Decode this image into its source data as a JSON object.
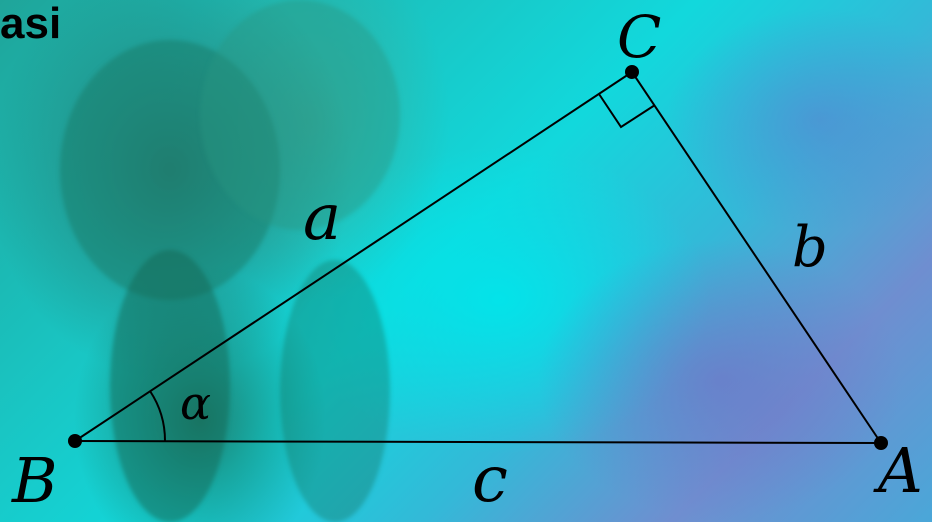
{
  "slide": {
    "title": "asi"
  },
  "diagram": {
    "type": "right-triangle",
    "right_angle_at": "C",
    "vertices": {
      "A": "A",
      "B": "B",
      "C": "C"
    },
    "sides": {
      "a": "a",
      "b": "b",
      "c": "c"
    },
    "angle": {
      "alpha": "α"
    },
    "line_color": "#000000"
  }
}
